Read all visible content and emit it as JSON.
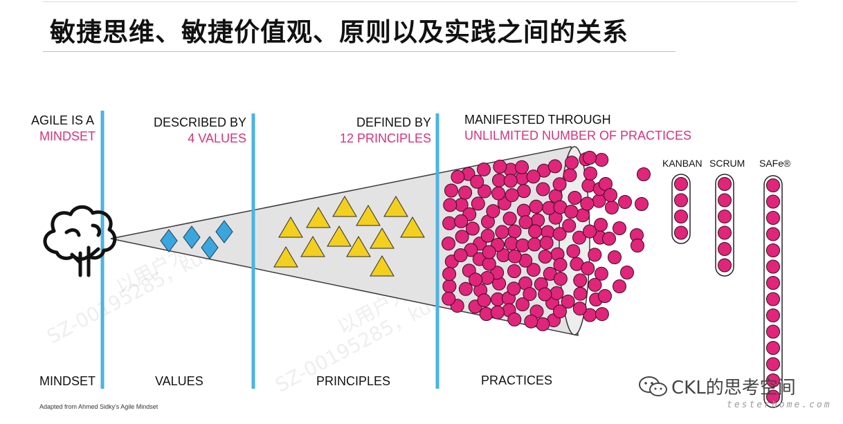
{
  "title": "敏捷思维、敏捷价值观、原则以及实践之间的关系",
  "headers": {
    "mindset": {
      "line1": "AGILE IS A",
      "line2": "MINDSET"
    },
    "values": {
      "line1": "DESCRIBED BY",
      "line2": "4 VALUES"
    },
    "principles": {
      "line1": "DEFINED BY",
      "line2": "12 PRINCIPLES"
    },
    "practices": {
      "line1": "MANIFESTED THROUGH",
      "line2": "UNLILMITED NUMBER OF PRACTICES"
    }
  },
  "stages": [
    "MINDSET",
    "VALUES",
    "PRINCIPLES",
    "PRACTICES"
  ],
  "frameworks": [
    {
      "name": "KANBAN",
      "count": 4
    },
    {
      "name": "SCRUM",
      "count": 6
    },
    {
      "name": "SAFe®",
      "count": 14
    }
  ],
  "credit": "Adapted from Ahmed Sidky's Agile Mindset",
  "watermarks": [
    "以用户为中心",
    "SZ-00195285，kunlong.chen",
    "以用户为中心",
    "SZ-00195285，kunlong"
  ],
  "brand": {
    "name": "CKL的思考空间",
    "sub": "testerhome.com"
  },
  "colors": {
    "accent": "#d6337a",
    "divider": "#4bb4e0",
    "diamond": "#3aa6df",
    "triangle": "#f3cf1e",
    "dot": "#e0257a",
    "cone": "#e3e3e3"
  },
  "icons": [
    "brain-tree-icon",
    "diamond-value-icon",
    "triangle-principle-icon",
    "practice-dot-icon",
    "wechat-icon"
  ],
  "counts": {
    "values": 4,
    "principles": 12
  }
}
